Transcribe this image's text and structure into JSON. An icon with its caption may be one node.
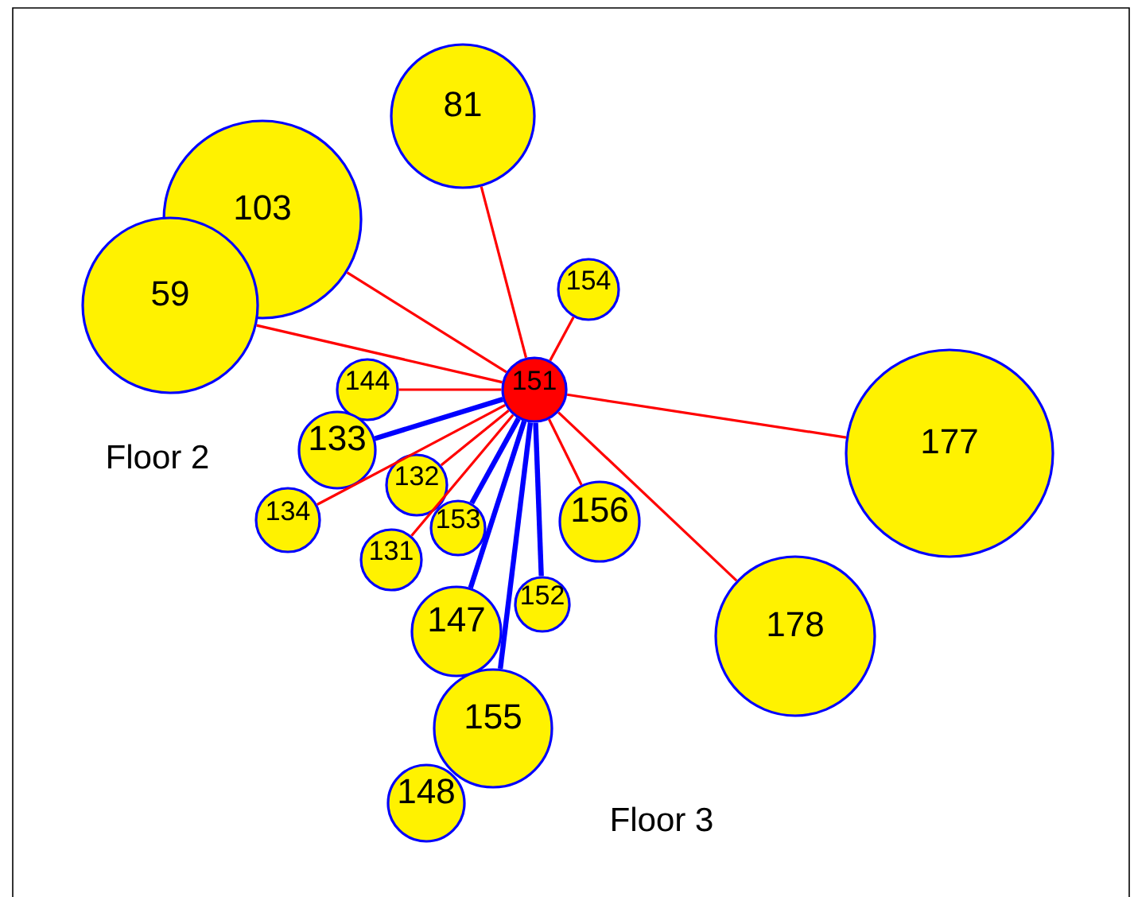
{
  "diagram": {
    "nodes": [
      {
        "text": [
          "81"
        ]
      },
      {
        "text": [
          "103"
        ]
      },
      {
        "text": [
          "59"
        ]
      },
      {
        "text": [
          "154"
        ]
      },
      {
        "text": [
          "151"
        ]
      },
      {
        "text": [
          "177"
        ]
      },
      {
        "text": [
          "144"
        ]
      },
      {
        "text": [
          "133"
        ]
      },
      {
        "text": [
          "132"
        ]
      },
      {
        "text": [
          "131"
        ]
      },
      {
        "text": [
          "156"
        ]
      },
      {
        "text": [
          "134"
        ]
      },
      {
        "text": [
          "153"
        ]
      },
      {
        "text": [
          "152"
        ]
      },
      {
        "text": [
          "178"
        ]
      },
      {
        "text": [
          "147"
        ]
      },
      {
        "text": [
          "148"
        ]
      },
      {
        "text": [
          "155"
        ]
      }
    ],
    "edges": [
      {
        "from": 4,
        "to": 0,
        "arrow": "none"
      },
      {
        "from": 4,
        "to": 1,
        "arrow": "none"
      },
      {
        "from": 4,
        "to": 2,
        "arrow": "none"
      },
      {
        "from": 4,
        "to": 3,
        "arrow": "none"
      },
      {
        "from": 4,
        "to": 5,
        "arrow": "none"
      },
      {
        "from": 4,
        "to": 6,
        "arrow": "none"
      },
      {
        "from": 4,
        "to": 7,
        "arrow": "none",
        "style": "thick",
        "color": "#0000ff"
      },
      {
        "from": 4,
        "to": 8,
        "arrow": "none"
      },
      {
        "from": 4,
        "to": 9,
        "arrow": "none"
      },
      {
        "from": 4,
        "to": 10,
        "arrow": "none"
      },
      {
        "from": 4,
        "to": 11,
        "arrow": "none"
      },
      {
        "from": 4,
        "to": 12,
        "arrow": "none",
        "style": "thick",
        "color": "#0000ff"
      },
      {
        "from": 4,
        "to": 13,
        "arrow": "none",
        "style": "thick",
        "color": "#0000ff"
      },
      {
        "from": 4,
        "to": 14,
        "arrow": "none"
      },
      {
        "from": 4,
        "to": 15,
        "arrow": "none",
        "style": "thick",
        "color": "#0000ff"
      },
      {
        "from": 4,
        "to": 17,
        "arrow": "none",
        "style": "thick",
        "color": "#0000ff"
      }
    ],
    "labels": [
      "Floor 2",
      "Floor 3"
    ]
  }
}
